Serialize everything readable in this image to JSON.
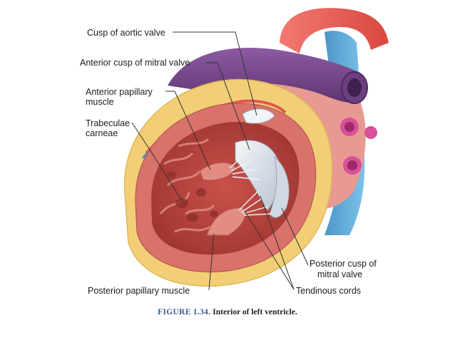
{
  "labels": {
    "cusp_aortic": "Cusp of aortic valve",
    "anterior_cusp_mitral": "Anterior cusp of mitral valve",
    "anterior_papillary_1": "Anterior papillary",
    "anterior_papillary_2": "muscle",
    "trabeculae_1": "Trabeculae",
    "trabeculae_2": "carneae",
    "posterior_papillary": "Posterior papillary muscle",
    "posterior_cusp_1": "Posterior cusp of",
    "posterior_cusp_2": "mitral valve",
    "tendinous_cords": "Tendinous cords"
  },
  "caption": {
    "figure": "FIGURE 1.34.",
    "text": "Interior of left ventricle."
  },
  "colors": {
    "aorta": "#e8574f",
    "pulmonary_veins": "#7a4a8e",
    "vena": "#5aa9d8",
    "fat": "#f2d27a",
    "myocardium": "#d9746c",
    "chamber": "#b8463f",
    "valve": "#dfe6ee"
  }
}
